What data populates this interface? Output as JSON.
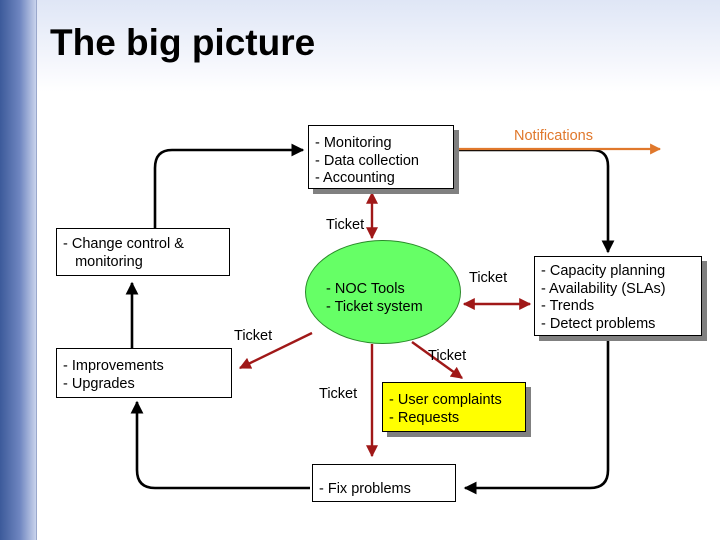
{
  "title": "The big picture",
  "boxes": {
    "monitoring": [
      "- Monitoring",
      "- Data collection",
      "- Accounting"
    ],
    "change_control": [
      "- Change control &",
      "   monitoring"
    ],
    "improvements": [
      "- Improvements",
      "- Upgrades"
    ],
    "capacity": [
      "- Capacity planning",
      "- Availability (SLAs)",
      "- Trends",
      "- Detect problems"
    ],
    "user_complaints": [
      "- User complaints",
      "- Requests"
    ],
    "fix_problems": [
      "- Fix problems"
    ]
  },
  "center": [
    "- NOC Tools",
    "- Ticket system"
  ],
  "labels": {
    "notifications": "Notifications",
    "ticket_top": "Ticket",
    "ticket_right": "Ticket",
    "ticket_left": "Ticket",
    "ticket_bottom_right": "Ticket",
    "ticket_bottom": "Ticket"
  },
  "colors": {
    "box_fill": "#ffffff",
    "user_complaints_fill": "#ffff00",
    "center_fill": "#66ff66",
    "ticket_arrow": "#a01818",
    "notification_arrow": "#e0782c",
    "flow_arrow": "#000000"
  }
}
